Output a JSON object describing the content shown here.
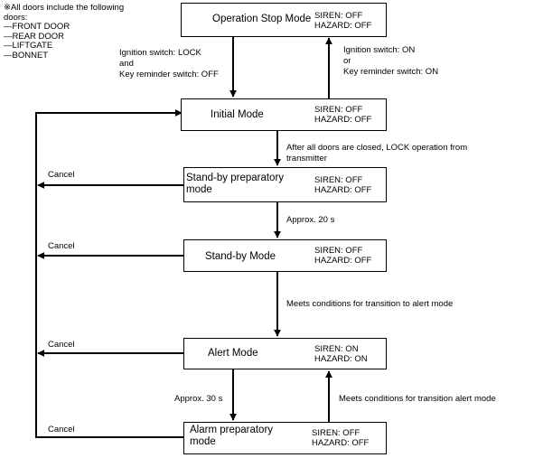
{
  "note": {
    "lines": [
      "※All doors include the following",
      "doors:",
      "—FRONT DOOR",
      "—REAR DOOR",
      "—LIFTGATE",
      "—BONNET"
    ]
  },
  "modes": {
    "operation_stop": {
      "label": [
        "Operation Stop Mode"
      ],
      "siren": "SIREN: OFF",
      "hazard": "HAZARD: OFF"
    },
    "initial": {
      "label": [
        "Initial Mode"
      ],
      "siren": "SIREN: OFF",
      "hazard": "HAZARD: OFF"
    },
    "standby_prep": {
      "label": [
        "Stand-by preparatory",
        "mode"
      ],
      "siren": "SIREN: OFF",
      "hazard": "HAZARD: OFF"
    },
    "standby": {
      "label": [
        "Stand-by Mode"
      ],
      "siren": "SIREN: OFF",
      "hazard": "HAZARD: OFF"
    },
    "alert": {
      "label": [
        "Alert Mode"
      ],
      "siren": "SIREN: ON",
      "hazard": "HAZARD: ON"
    },
    "alarm_prep": {
      "label": [
        "Alarm preparatory",
        "mode"
      ],
      "siren": "SIREN: OFF",
      "hazard": "HAZARD: OFF"
    }
  },
  "transitions": {
    "stop_to_initial": [
      "Ignition switch: LOCK",
      "and",
      "Key reminder switch: OFF"
    ],
    "initial_to_stop": [
      "Ignition switch: ON",
      "or",
      "Key reminder switch: ON"
    ],
    "initial_to_standby_prep": [
      "After all doors are closed, LOCK operation from",
      "transmitter"
    ],
    "standby_prep_to_standby": [
      "Approx. 20 s"
    ],
    "standby_to_alert": [
      "Meets conditions for transition to alert mode"
    ],
    "alert_to_alarm_prep": [
      "Approx. 30 s"
    ],
    "alarm_prep_to_alert": [
      "Meets conditions for transition alert mode"
    ]
  },
  "cancel": {
    "standby_prep": "Cancel",
    "standby": "Cancel",
    "alert": "Cancel",
    "alarm_prep": "Cancel"
  }
}
